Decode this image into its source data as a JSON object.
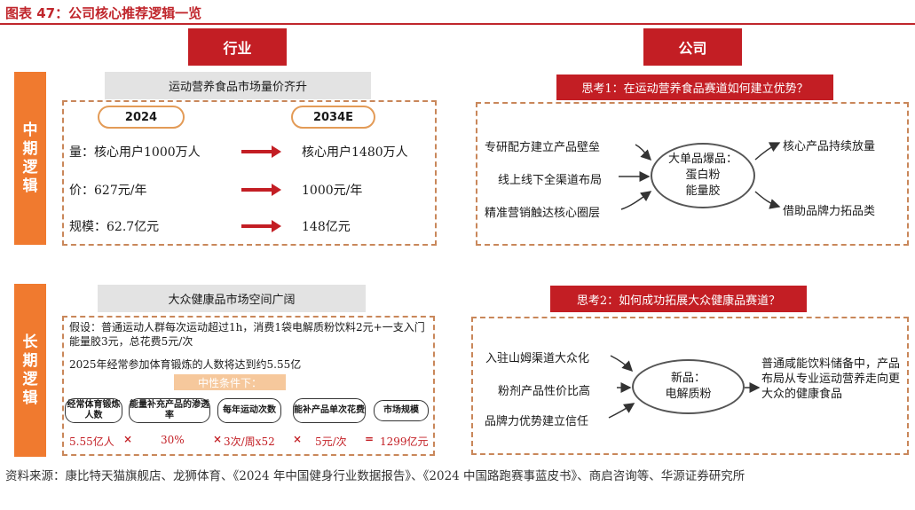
{
  "title": "图表 47：公司核心推荐逻辑一览",
  "headers": {
    "industry": "行业",
    "company": "公司"
  },
  "side": {
    "mid": "中期逻辑",
    "long": "长期逻辑"
  },
  "mid_industry": {
    "banner": "运动营养食品市场量价齐升",
    "year_left": "2024",
    "year_right": "2034E",
    "rows": [
      {
        "left": "量：核心用户1000万人",
        "right": "核心用户1480万人"
      },
      {
        "left": "价：627元/年",
        "right": "1000元/年"
      },
      {
        "left": "规模：62.7亿元",
        "right": "148亿元"
      }
    ]
  },
  "mid_company": {
    "question": "思考1：在运动营养食品赛道如何建立优势？",
    "inputs": [
      "专研配方建立产品壁垒",
      "线上线下全渠道布局",
      "精准营销触达核心圈层"
    ],
    "center_line1": "大单品爆品：",
    "center_line2": "蛋白粉",
    "center_line3": "能量胶",
    "outputs": [
      "核心产品持续放量",
      "借助品牌力拓品类"
    ]
  },
  "long_industry": {
    "banner": "大众健康品市场空间广阔",
    "assumption": "假设：普通运动人群每次运动超过1h，消费1袋电解质粉饮料2元+一支入门能量胶3元，总花费5元/次",
    "stat": "2025年经常参加体育锻炼的人数将达到约5.55亿",
    "condition": "中性条件下：",
    "factors": [
      "经常体育锻炼人数",
      "能量补充产品的渗透率",
      "每年运动次数",
      "能补产品单次花费",
      "市场规模"
    ],
    "values": [
      "5.55亿人",
      "30%",
      "3次/周x52",
      "5元/次",
      "1299亿元"
    ],
    "operators": [
      "×",
      "×",
      "×",
      "="
    ]
  },
  "long_company": {
    "question": "思考2：如何成功拓展大众健康品赛道？",
    "inputs": [
      "入驻山姆渠道大众化",
      "粉剂产品性价比高",
      "品牌力优势建立信任"
    ],
    "center_line1": "新品：",
    "center_line2": "电解质粉",
    "output": "普通咸能饮料储备中，产品布局从专业运动营养走向更大众的健康食品"
  },
  "source": "资料来源：康比特天猫旗舰店、龙狮体育、《2024 年中国健身行业数据报告》、《2024 中国路跑赛事蓝皮书》、商启咨询等、华源证券研究所",
  "colors": {
    "brand_red": "#c31e24",
    "side_orange": "#f07a2f",
    "dash_brown": "#c9875a"
  }
}
